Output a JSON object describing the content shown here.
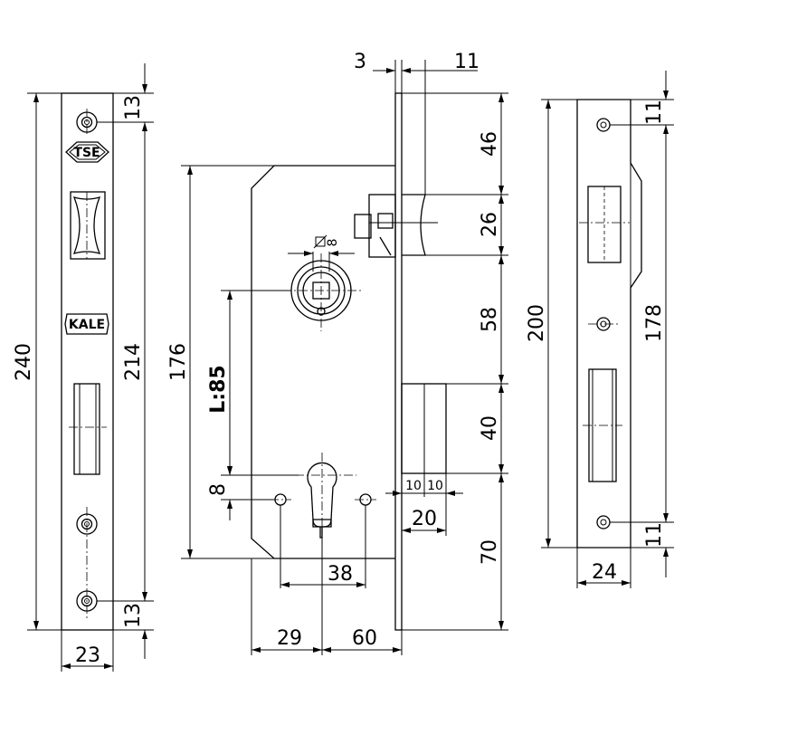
{
  "faceplate": {
    "length": "240",
    "hole_distance": "214",
    "edge_top": "13",
    "edge_bottom": "13",
    "width": "23",
    "logo_top": "TSE",
    "logo_bottom": "KALE"
  },
  "lock_body": {
    "offset_3": "3",
    "offset_11": "11",
    "height": "176",
    "handle_to_cylinder": "L:85",
    "offset_8": "8",
    "square_spindle": "8",
    "fixing_pitch": "38",
    "backset": "29",
    "depth": "60",
    "bolt_throw_a": "10",
    "bolt_throw_b": "10",
    "bolt_throw_total": "20"
  },
  "vertical_dims": {
    "d46": "46",
    "d26": "26",
    "d58": "58",
    "d40": "40",
    "d70": "70"
  },
  "strike_plate": {
    "length": "200",
    "hole_distance": "178",
    "edge_top": "11",
    "edge_bottom": "11",
    "width": "24"
  }
}
